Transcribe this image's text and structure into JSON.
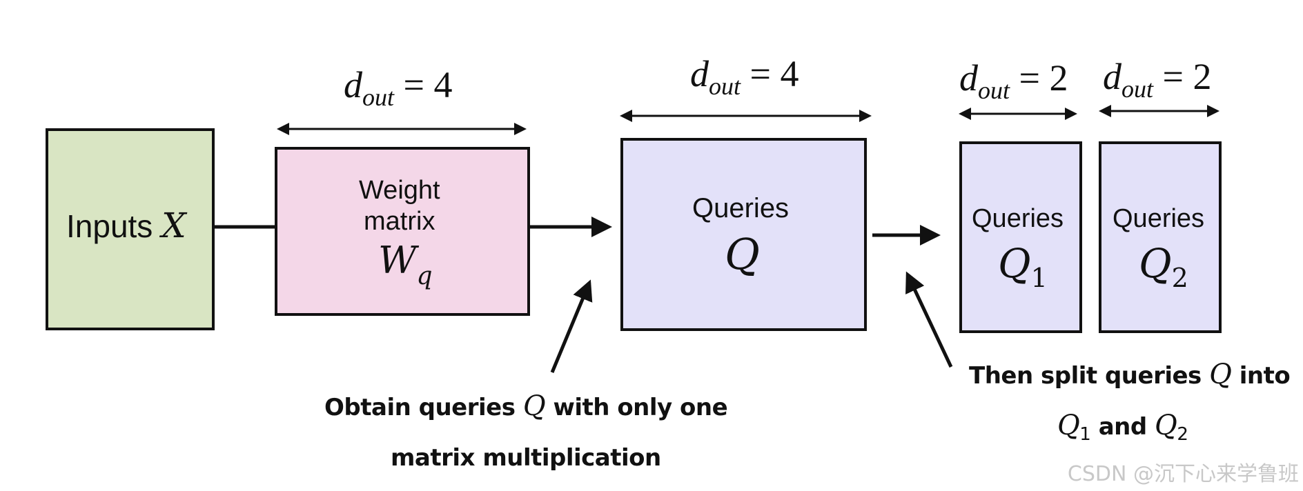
{
  "boxes": {
    "inputs": {
      "label": "Inputs",
      "symbol": "X"
    },
    "weight": {
      "line1": "Weight",
      "line2": "matrix",
      "symbol": "W",
      "subscript": "q"
    },
    "queries": {
      "label": "Queries",
      "symbol": "Q"
    },
    "queries_1": {
      "label": "Queries",
      "symbol": "Q",
      "subscript": "1"
    },
    "queries_2": {
      "label": "Queries",
      "symbol": "Q",
      "subscript": "2"
    }
  },
  "dimensions": {
    "weight": {
      "var": "d",
      "sub": "out",
      "eq": "= 4"
    },
    "queries": {
      "var": "d",
      "sub": "out",
      "eq": "= 4"
    },
    "queries_1": {
      "var": "d",
      "sub": "out",
      "eq": "= 2"
    },
    "queries_2": {
      "var": "d",
      "sub": "out",
      "eq": "= 2"
    }
  },
  "annotations": {
    "obtain": {
      "a": "Obtain queries",
      "sym": "Q",
      "b": "with only one",
      "line2": "matrix multiplication"
    },
    "split": {
      "a": "Then split queries",
      "sym": "Q",
      "b": "into",
      "s1": "Q",
      "s1sub": "1",
      "mid": "and",
      "s2": "Q",
      "s2sub": "2"
    }
  },
  "watermark": "CSDN @沉下心来学鲁班",
  "colors": {
    "inputs_fill": "#d9e5c3",
    "weight_fill": "#f4d7e8",
    "queries_fill": "#e3e1f9",
    "stroke": "#111111"
  }
}
